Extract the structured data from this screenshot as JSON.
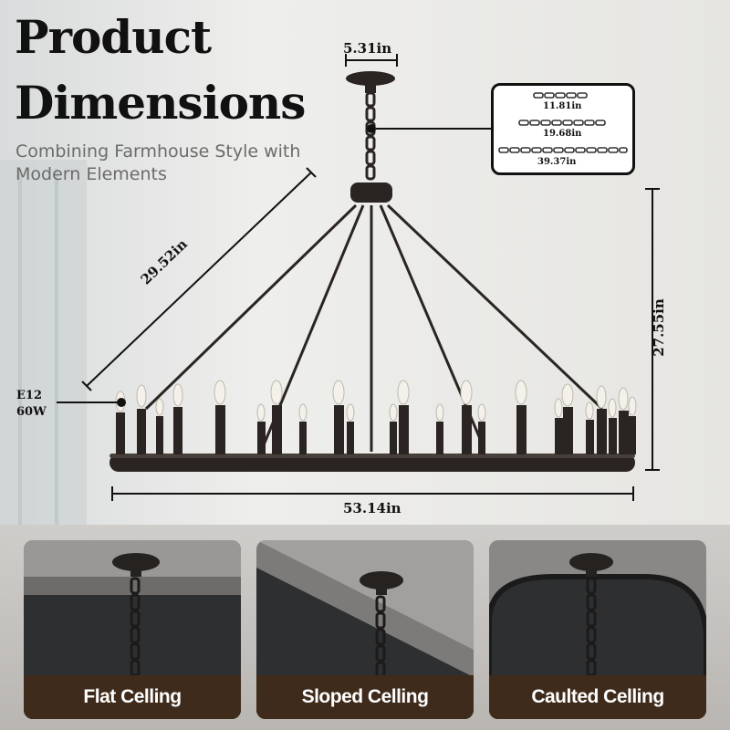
{
  "header": {
    "title_line1": "Product",
    "title_line2": "Dimensions",
    "subtitle": "Combining Farmhouse Style with Modern Elements"
  },
  "dimensions": {
    "canopy_width": "5.31in",
    "arm_length": "29.52in",
    "height": "27.55in",
    "diameter": "53.14in"
  },
  "bulb": {
    "type": "E12",
    "wattage": "60W"
  },
  "chain_options": [
    "11.81in",
    "19.68in",
    "39.37in"
  ],
  "ceiling_types": [
    "Flat Celling",
    "Sloped Celling",
    "Caulted Celling"
  ],
  "colors": {
    "fixture": "#2a2522",
    "label_bar": "#3f2b1b",
    "background": "#e9e9e7"
  }
}
